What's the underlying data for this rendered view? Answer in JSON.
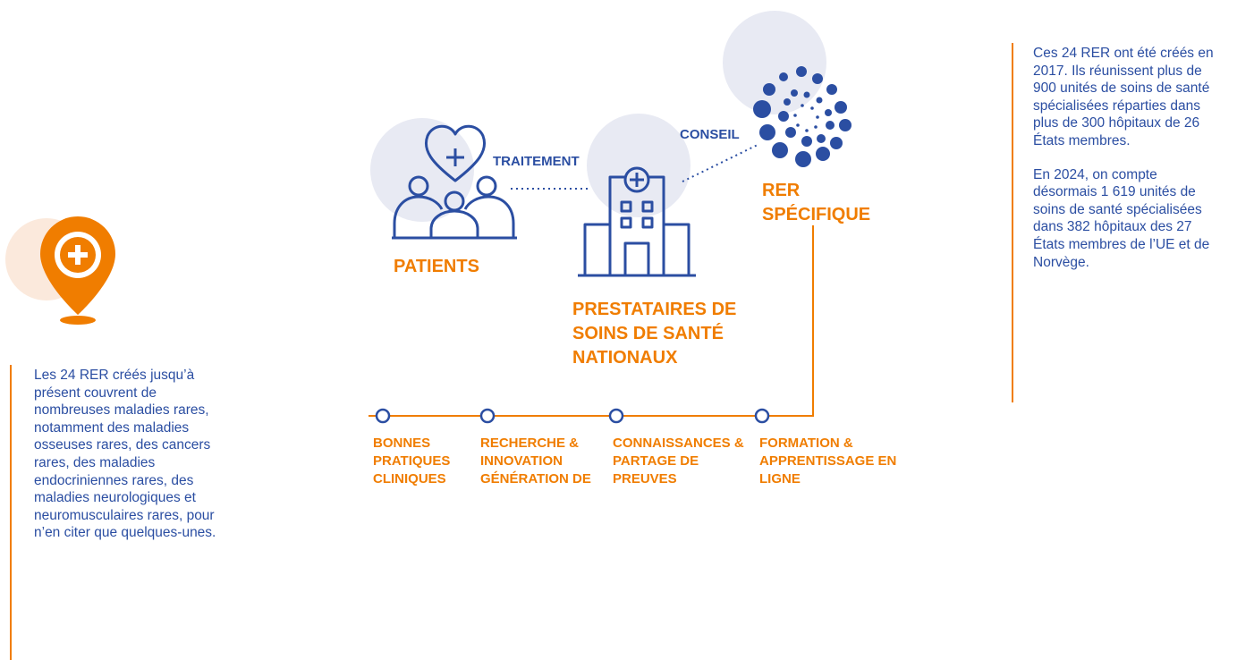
{
  "diagram": {
    "patients": "PATIENTS",
    "providers": "PRESTATAIRES DE SOINS DE SANTÉ NATIONAUX",
    "ern": "RER SPÉCIFIQUE",
    "treatment": "TRAITEMENT",
    "advice": "CONSEIL"
  },
  "timeline": [
    "BONNES PRATIQUES CLINIQUES",
    "RECHERCHE & INNOVATION GÉNÉRATION DE",
    "CONNAISSANCES & PARTAGE DE PREUVES",
    "FORMATION & APPRENTISSAGE EN LIGNE"
  ],
  "left_note": "Les 24 RER créés jusqu’à présent couvrent de nombreuses maladies rares, notamment des maladies osseuses rares, des cancers rares, des maladies endocriniennes rares, des maladies neurologiques et neuromusculaires rares, pour n’en citer que quelques-unes.",
  "right_note": {
    "paragraph_1": "Ces 24 RER ont été créés en 2017. Ils réunissent plus de 900 unités de soins de santé spécialisées réparties dans plus de 300 hôpitaux de 26 États membres.",
    "paragraph_2": "En 2024, on compte désormais 1 619 unités de soins de santé spécialisées dans 382 hôpitaux des 27 États membres de l’UE et de Norvège."
  },
  "colors": {
    "blue": "#2b4ea2",
    "orange": "#f07d00",
    "circle_bg": "#e8eaf3"
  },
  "icons": {
    "location_pin": "location-pin-plus-icon",
    "patients": "patients-heart-icon",
    "hospital": "hospital-icon",
    "ern_logo": "ern-dots-logo-icon"
  }
}
